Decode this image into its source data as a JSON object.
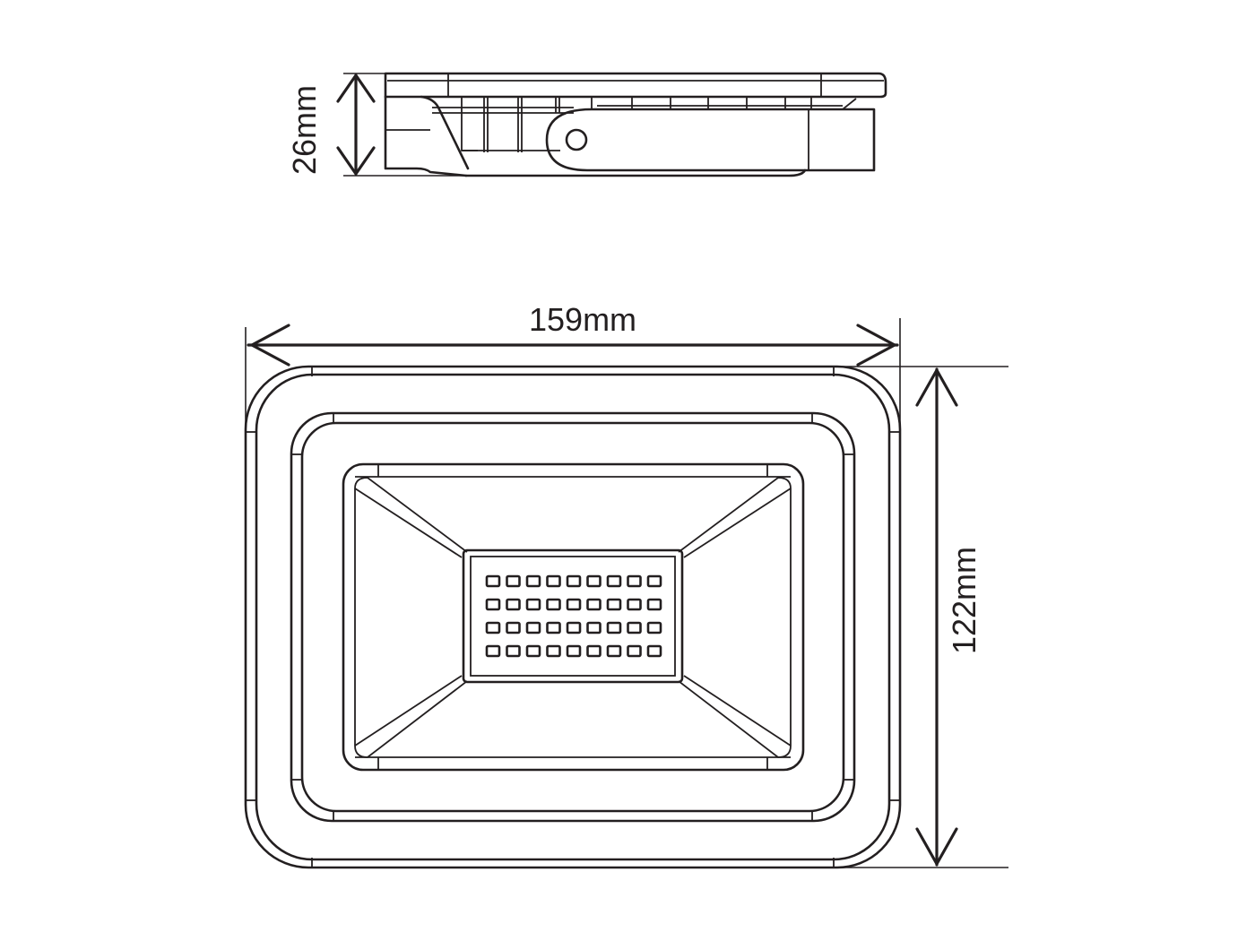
{
  "drawing": {
    "subject": "LED floodlight dimension drawing",
    "views": {
      "side_view": {
        "name": "Side view",
        "dimension": {
          "label": "26mm",
          "value": 26,
          "unit": "mm",
          "axis": "depth"
        }
      },
      "front_view": {
        "name": "Front view",
        "width_dimension": {
          "label": "159mm",
          "value": 159,
          "unit": "mm",
          "axis": "width"
        },
        "height_dimension": {
          "label": "122mm",
          "value": 122,
          "unit": "mm",
          "axis": "height"
        },
        "led_array": {
          "rows": 4,
          "columns": 9,
          "total": 36
        }
      }
    },
    "colors": {
      "line": "#231f20",
      "background": "#ffffff"
    }
  }
}
